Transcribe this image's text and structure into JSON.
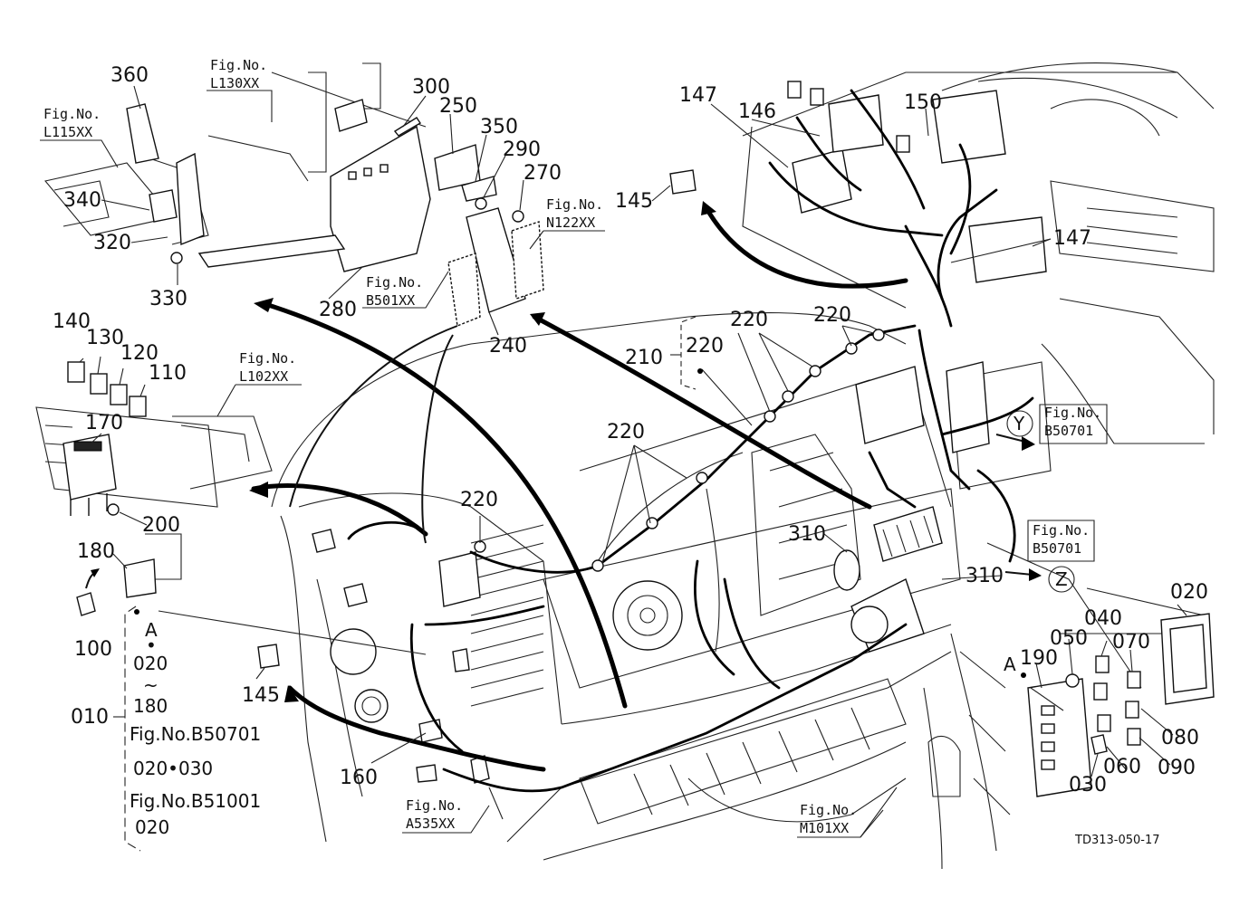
{
  "diagram": {
    "drawing_code": "TD313-050-17",
    "callouts": {
      "c360": "360",
      "c340": "340",
      "c320": "320",
      "c330": "330",
      "c300": "300",
      "c250": "250",
      "c350": "350",
      "c290": "290",
      "c270": "270",
      "c280": "280",
      "c240": "240",
      "c147a": "147",
      "c146": "146",
      "c150": "150",
      "c145a": "145",
      "c147b": "147",
      "c220a": "220",
      "c220b": "220",
      "c210": "210",
      "c220c": "220",
      "c220d": "220",
      "c220e": "220",
      "c140": "140",
      "c130": "130",
      "c120": "120",
      "c110": "110",
      "c170": "170",
      "c200": "200",
      "c180": "180",
      "c100": "100",
      "c145b": "145",
      "c160": "160",
      "c310a": "310",
      "c310b": "310",
      "c020": "020",
      "c040": "040",
      "c050": "050",
      "c070": "070",
      "c190": "190",
      "c080": "080",
      "c060": "060",
      "c090": "090",
      "c030": "030",
      "c010": "010"
    },
    "fig_refs": {
      "l130": {
        "label": "Fig.No.",
        "code": "L130XX"
      },
      "l115": {
        "label": "Fig.No.",
        "code": "L115XX"
      },
      "n122": {
        "label": "Fig.No.",
        "code": "N122XX"
      },
      "b501": {
        "label": "Fig.No.",
        "code": "B501XX"
      },
      "l102": {
        "label": "Fig.No.",
        "code": "L102XX"
      },
      "b50701y": {
        "label": "Fig.No.",
        "code": "B50701"
      },
      "b50701z": {
        "label": "Fig.No.",
        "code": "B50701"
      },
      "a535": {
        "label": "Fig.No.",
        "code": "A535XX"
      },
      "m101": {
        "label": "Fig.No.",
        "code": "M101XX"
      }
    },
    "markers": {
      "y": "Y",
      "z": "Z",
      "a_left": "A",
      "a_right": "A"
    },
    "set_list": {
      "l1": "A",
      "l2": "•",
      "l3": "020",
      "l4": "~",
      "l5": "180",
      "l6": "Fig.No.B50701",
      "l7": "020•030",
      "l8": "Fig.No.B51001",
      "l9": "020"
    }
  }
}
